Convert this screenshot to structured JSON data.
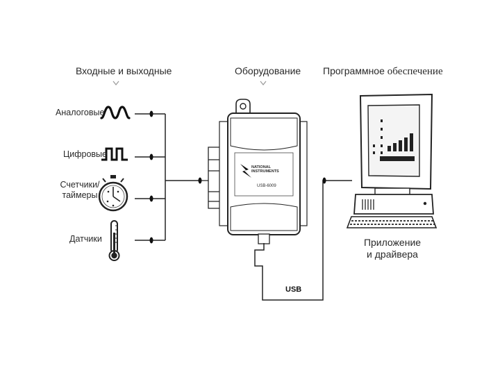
{
  "headers": {
    "io": "Входные и выходные",
    "hardware": "Оборудование",
    "software_part1": "Программное",
    "software_part2": "обеспечение"
  },
  "signals": [
    {
      "label": "Аналоговые",
      "icon": "analog-wave-icon"
    },
    {
      "label": "Цифровые",
      "icon": "digital-pulse-icon"
    },
    {
      "label_line1": "Счетчики/",
      "label_line2": "таймеры",
      "icon": "stopwatch-icon"
    },
    {
      "label": "Датчики",
      "icon": "thermometer-icon"
    }
  ],
  "device": {
    "brand_line1": "NATIONAL",
    "brand_line2": "INSTRUMENTS",
    "model": "USB-6009"
  },
  "computer": {
    "caption_line1": "Приложение",
    "caption_line2": "и драйвера"
  },
  "connection": {
    "label": "USB"
  },
  "colors": {
    "line": "#222222",
    "text": "#2a2a2a",
    "screen_fill": "#f4f4f4"
  }
}
